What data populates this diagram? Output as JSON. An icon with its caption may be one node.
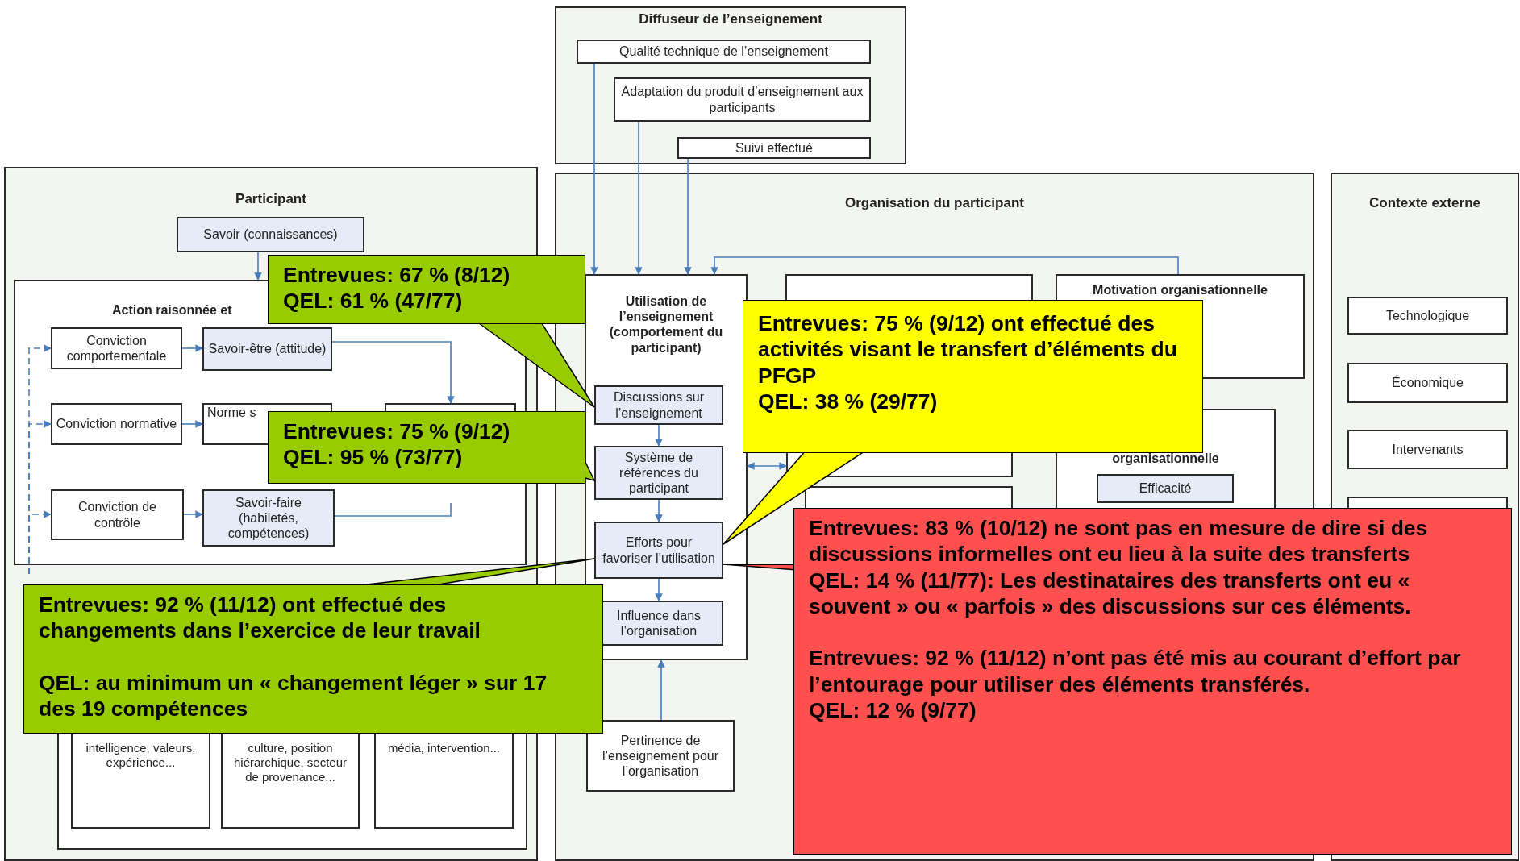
{
  "diagram": {
    "nodes": [
      {
        "text": [
          "Diffuseur de l’enseignement"
        ]
      },
      {
        "text": [
          "Qualité technique de l’enseignement"
        ],
        "in": 0
      },
      {
        "text": [
          "Adaptation du produit d’enseignement aux participants"
        ],
        "in": 0
      },
      {
        "text": [
          "Suivi effectué"
        ],
        "in": 0
      },
      {
        "text": [
          "Participant"
        ]
      },
      {
        "text": [
          "Savoir (connaissances)"
        ],
        "in": 4
      },
      {
        "text": [
          "Action raisonnée et"
        ],
        "in": 4
      },
      {
        "text": [
          "Conviction comportementale"
        ],
        "in": 6
      },
      {
        "text": [
          "Savoir-être (attitude)"
        ],
        "in": 6
      },
      {
        "text": [
          "Conviction normative"
        ],
        "in": 6
      },
      {
        "text": [
          "Norme s"
        ],
        "in": 6
      },
      {
        "text": [],
        "shape": "box",
        "in": 6
      },
      {
        "text": [
          "Conviction de contrôle"
        ],
        "in": 6
      },
      {
        "text": [
          "Savoir-faire (habiletés, compétences)"
        ],
        "in": 6
      },
      {
        "text": [],
        "shape": "box",
        "in": 4
      },
      {
        "text": [
          "intelligence, valeurs, expérience..."
        ],
        "in": 14
      },
      {
        "text": [
          "culture, position hiérarchique, secteur de provenance..."
        ],
        "in": 14
      },
      {
        "text": [
          "média, intervention..."
        ],
        "in": 14
      },
      {
        "text": [
          "Organisation du participant"
        ]
      },
      {
        "text": [
          "Utilisation de l’enseignement (comportement du participant)"
        ],
        "in": 18
      },
      {
        "text": [
          "Discussions sur l’enseignement"
        ],
        "in": 19
      },
      {
        "text": [
          "Système de références du participant"
        ],
        "in": 19
      },
      {
        "text": [
          "Efforts pour favoriser l’utilisation"
        ],
        "in": 19
      },
      {
        "text": [
          "Influence dans l’organisation"
        ],
        "in": 19
      },
      {
        "text": [],
        "shape": "box",
        "in": 18
      },
      {
        "text": [],
        "shape": "box",
        "in": 18
      },
      {
        "text": [],
        "shape": "box",
        "in": 18
      },
      {
        "text": [
          "Motivation organisationnelle"
        ],
        "in": 18
      },
      {
        "text": [
          "organisationnelle"
        ],
        "in": 18
      },
      {
        "text": [
          "Efficacité"
        ],
        "in": 28
      },
      {
        "text": [
          "Pertinence de l’enseignement pour l’organisation"
        ],
        "in": 18
      },
      {
        "text": [
          "Contexte externe"
        ]
      },
      {
        "text": [
          "Technologique"
        ],
        "in": 31
      },
      {
        "text": [
          "Économique"
        ],
        "in": 31
      },
      {
        "text": [
          "Intervenants"
        ],
        "in": 31
      },
      {
        "text": [],
        "shape": "box",
        "in": 31
      },
      {
        "text": [
          "Entrevues: 67 % (8/12)",
          "QEL: 61 % (47/77)"
        ]
      },
      {
        "text": [
          "Entrevues: 75 % (9/12)",
          "QEL: 95 % (73/77)"
        ]
      },
      {
        "text": [
          "Entrevues: 75 % (9/12) ont effectué des activités visant le transfert d’éléments du PFGP",
          "QEL: 38 % (29/77)"
        ],
        "in": 18
      },
      {
        "text": [
          "Entrevues: 92 % (11/12) ont effectué des changements dans l’exercice de leur travail",
          "QEL: au minimum un « changement léger » sur 17 des 19 compétences"
        ]
      },
      {
        "text": [
          "Entrevues: 83 % (10/12) ne sont pas en mesure de dire si des discussions informelles ont eu lieu à la suite des transferts",
          "QEL: 14 % (11/77): Les destinataires des transferts ont eu « souvent » ou « parfois » des discussions sur ces éléments.",
          "Entrevues: 92 % (11/12) n’ont pas été mis au courant d’effort par l’entourage pour utiliser des éléments transférés.",
          "QEL: 12 % (9/77)"
        ]
      }
    ],
    "edges": [
      {
        "from": 1,
        "to": 19,
        "arrow": "to"
      },
      {
        "from": 2,
        "to": 19,
        "arrow": "to"
      },
      {
        "from": 3,
        "to": 19,
        "arrow": "to"
      },
      {
        "from": 27,
        "to": 19,
        "arrow": "to"
      },
      {
        "from": 5,
        "to": 6,
        "arrow": "to"
      },
      {
        "from": 7,
        "to": 8,
        "arrow": "to"
      },
      {
        "from": 9,
        "to": 10,
        "arrow": "to"
      },
      {
        "from": 12,
        "to": 13,
        "arrow": "to"
      },
      {
        "from": 8,
        "to": 11,
        "arrow": "to"
      },
      {
        "from": 13,
        "to": null,
        "arrow": "none"
      },
      {
        "from": null,
        "to": 7,
        "arrow": "to",
        "style": "dashed"
      },
      {
        "from": null,
        "to": 9,
        "arrow": "to",
        "style": "dashed"
      },
      {
        "from": null,
        "to": 12,
        "arrow": "to",
        "style": "dashed"
      },
      {
        "from": 20,
        "to": 21,
        "arrow": "to"
      },
      {
        "from": 21,
        "to": 22,
        "arrow": "to"
      },
      {
        "from": 22,
        "to": 23,
        "arrow": "to"
      },
      {
        "from": 30,
        "to": 19,
        "arrow": "to"
      },
      {
        "from": 19,
        "to": 25,
        "arrow": "both"
      },
      {
        "from": 36,
        "to": 20,
        "arrow": "none",
        "color": "#99cc00"
      },
      {
        "from": 37,
        "to": 21,
        "arrow": "none",
        "color": "#99cc00"
      },
      {
        "from": 38,
        "to": 22,
        "arrow": "none",
        "color": "#ffff00"
      },
      {
        "from": 39,
        "to": 22,
        "arrow": "none",
        "color": "#99cc00"
      },
      {
        "from": 40,
        "to": 22,
        "arrow": "none",
        "color": "#ff5050"
      }
    ]
  }
}
